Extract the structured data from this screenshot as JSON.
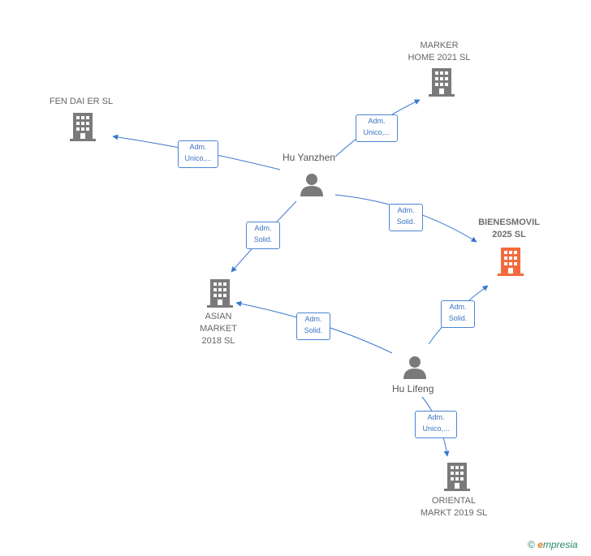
{
  "colors": {
    "edge": "#3a78d0",
    "building_default": "#7a7a7a",
    "building_highlight": "#f26a3c",
    "person": "#7a7a7a"
  },
  "companies": {
    "fen_dai_er": "FEN DAI ER  SL",
    "marker_home": "MARKER\nHOME 2021  SL",
    "bienesmovil": "BIENESMOVIL\n2025  SL",
    "asian_market": "ASIAN\nMARKET\n2018  SL",
    "oriental_markt": "ORIENTAL\nMARKT 2019  SL"
  },
  "persons": {
    "hu_yanzhen": "Hu Yanzhen",
    "hu_lifeng": "Hu Lifeng"
  },
  "edges": {
    "yanzhen_fendaier": {
      "line1": "Adm.",
      "line2": "Unico,..."
    },
    "yanzhen_marker": {
      "line1": "Adm.",
      "line2": "Unico,..."
    },
    "yanzhen_bienesmovil": {
      "line1": "Adm.",
      "line2": "Solid."
    },
    "yanzhen_asian": {
      "line1": "Adm.",
      "line2": "Solid."
    },
    "lifeng_asian": {
      "line1": "Adm.",
      "line2": "Solid."
    },
    "lifeng_bienesmovil": {
      "line1": "Adm.",
      "line2": "Solid."
    },
    "lifeng_oriental": {
      "line1": "Adm.",
      "line2": "Unico,..."
    }
  },
  "footer": {
    "copyright_symbol": "©",
    "brand_e": "e",
    "brand_rest": "mpresia"
  }
}
